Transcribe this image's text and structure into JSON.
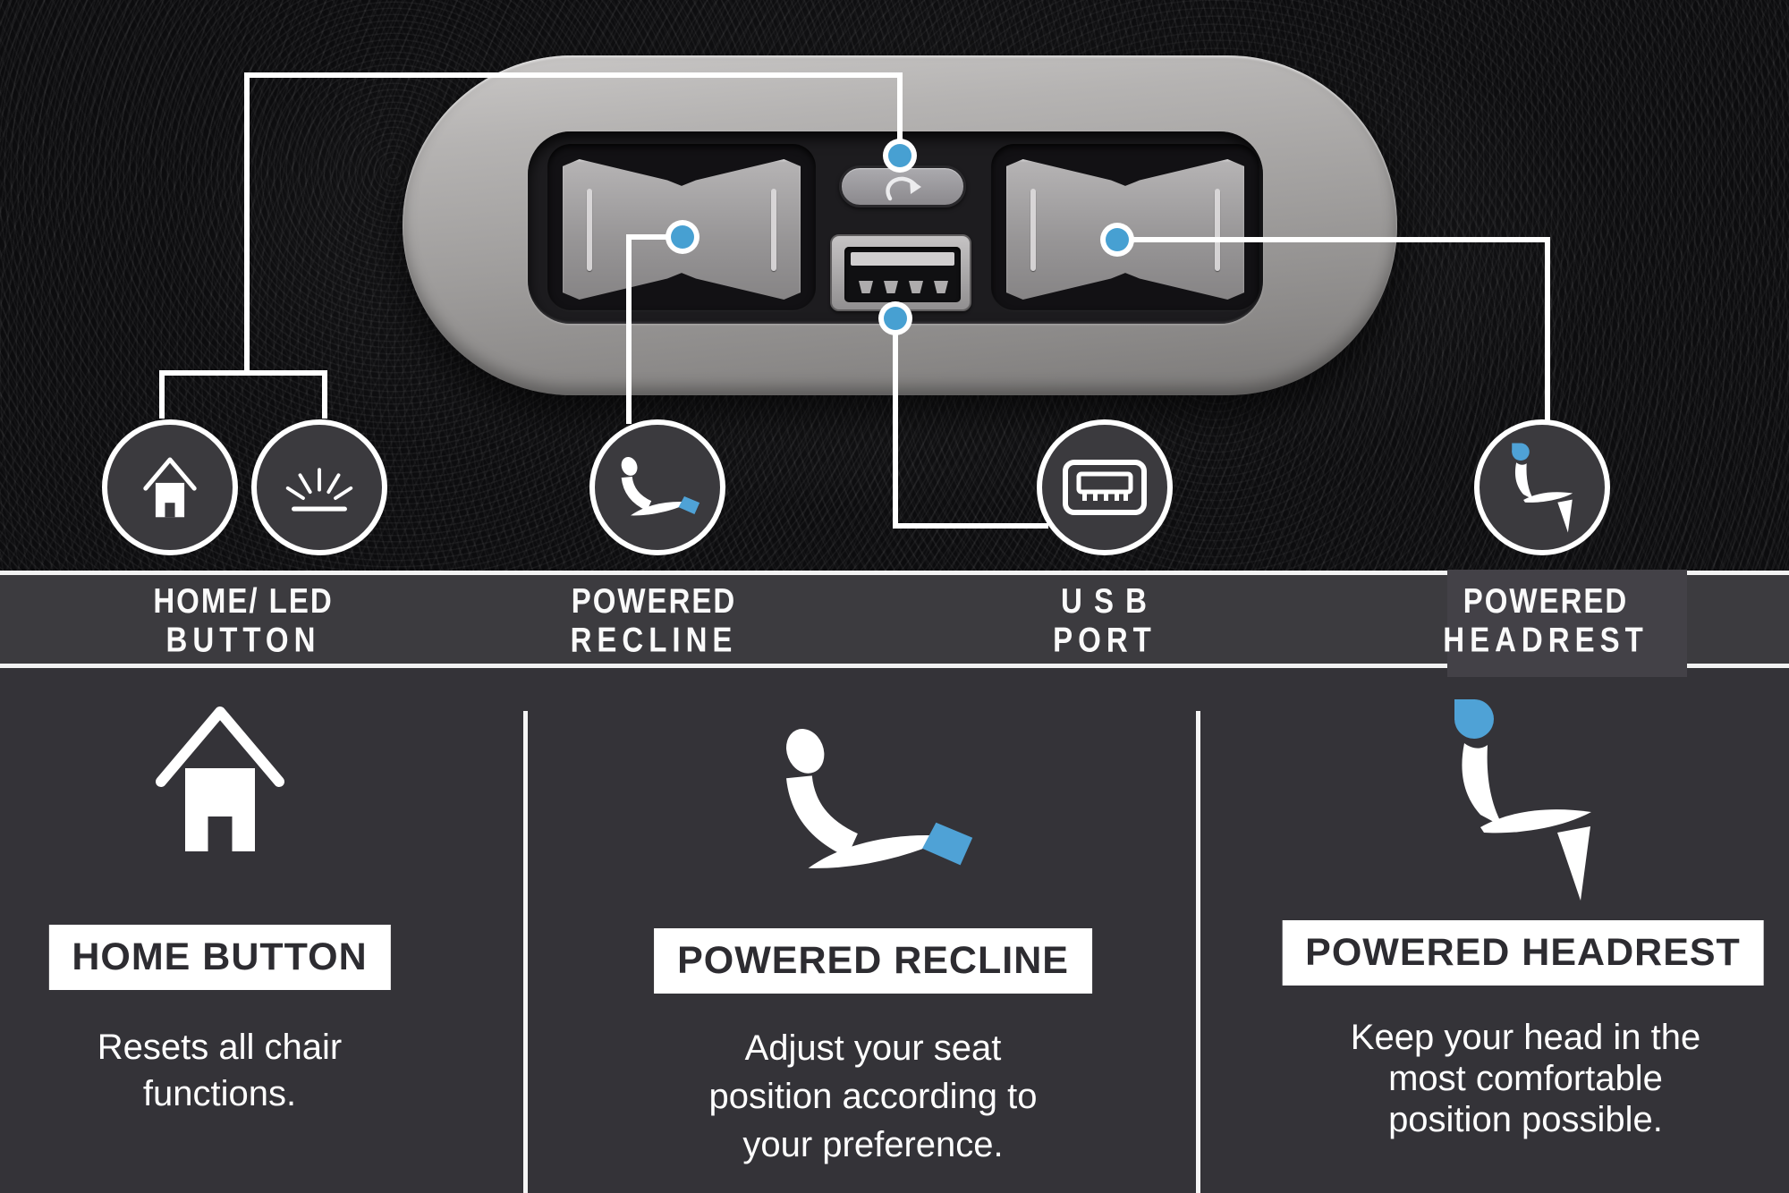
{
  "colors": {
    "accent_blue": "#47a0d2",
    "icon_blue": "#4fa2d6",
    "band_background": "#3c3b3f",
    "bottom_background": "#343338",
    "chip_background": "#ffffff",
    "chip_text": "#2d2c31"
  },
  "callout_labels": [
    {
      "id": "home-led",
      "line1": "HOME/ LED",
      "line2": "BUTTON"
    },
    {
      "id": "powered-recline",
      "line1": "POWERED",
      "line2": "RECLINE"
    },
    {
      "id": "usb-port",
      "line1": "U S B",
      "line2": "PORT"
    },
    {
      "id": "powered-headrest",
      "line1": "POWERED",
      "line2": "HEADREST"
    }
  ],
  "features": [
    {
      "title": "HOME BUTTON",
      "desc_lines": [
        "Resets all chair",
        "functions."
      ]
    },
    {
      "title": "POWERED RECLINE",
      "desc_lines": [
        "Adjust your seat",
        "position according to",
        "your preference."
      ]
    },
    {
      "title": "POWERED HEADREST",
      "desc_lines": [
        "Keep your head in the",
        "most comfortable",
        "position possible."
      ]
    }
  ]
}
